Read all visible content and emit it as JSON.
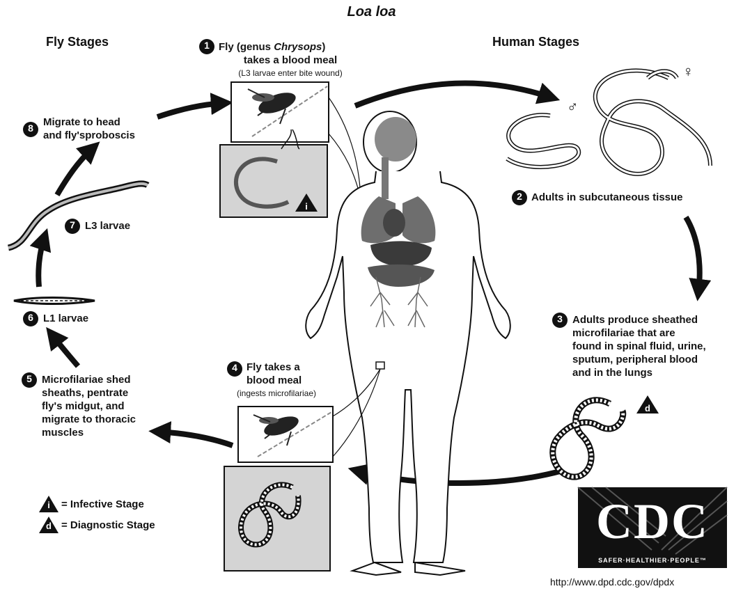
{
  "title": "Loa loa",
  "sections": {
    "fly": "Fly Stages",
    "human": "Human Stages"
  },
  "steps": {
    "s1": {
      "num": "1",
      "line1a": "Fly (genus ",
      "line1b": "Chrysops",
      "line1c": ")",
      "line2": "takes a blood meal",
      "sub": "(L3 larvae enter bite wound)"
    },
    "s2": {
      "num": "2",
      "text": "Adults in subcutaneous tissue"
    },
    "s3": {
      "num": "3",
      "lines": [
        "Adults produce sheathed",
        "microfilariae that are",
        "found in spinal fluid, urine,",
        "sputum, peripheral blood",
        "and in the lungs"
      ]
    },
    "s4": {
      "num": "4",
      "line1": "Fly takes a",
      "line2": "blood meal",
      "sub": "(ingests microfilariae)"
    },
    "s5": {
      "num": "5",
      "lines": [
        "Microfilariae shed",
        "sheaths, pentrate",
        "fly's midgut, and",
        "migrate to thoracic",
        "muscles"
      ]
    },
    "s6": {
      "num": "6",
      "text": "L1 larvae"
    },
    "s7": {
      "num": "7",
      "text": "L3 larvae"
    },
    "s8": {
      "num": "8",
      "lines": [
        "Migrate to head",
        "and fly'sproboscis"
      ]
    }
  },
  "legend": {
    "infective_mark": "i",
    "infective_text": "= Infective Stage",
    "diagnostic_mark": "d",
    "diagnostic_text": "= Diagnostic Stage"
  },
  "sex_symbols": {
    "male": "♂",
    "female": "♀"
  },
  "logo": {
    "text": "CDC",
    "tagline": "SAFER·HEALTHIER·PEOPLE™"
  },
  "url": "http://www.dpd.cdc.gov/dpdx"
}
